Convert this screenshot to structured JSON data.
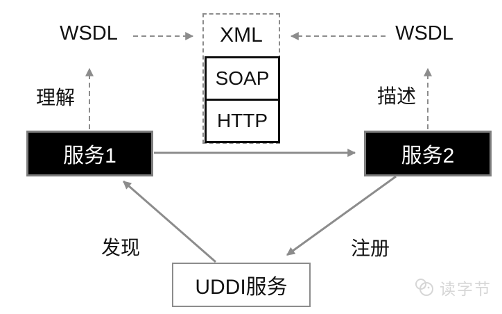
{
  "diagram": {
    "title_hint": "Web services architecture diagram",
    "protocol_stack": {
      "xml": "XML",
      "soap": "SOAP",
      "http": "HTTP"
    },
    "wsdl_left": "WSDL",
    "wsdl_right": "WSDL",
    "nodes": {
      "service1": "服务1",
      "service2": "服务2",
      "uddi": "UDDI服务"
    },
    "edge_labels": {
      "understand": "理解",
      "describe": "描述",
      "discover": "发现",
      "register": "注册"
    },
    "watermark": "读字节",
    "colors": {
      "arrow_gray": "#8c8c8c",
      "node_fill": "#000000",
      "node_border": "#7d7d7d",
      "box_border_black": "#0d0d0d",
      "text": "#111111",
      "watermark_gray": "#d6d6d6",
      "background": "#ffffff"
    }
  }
}
